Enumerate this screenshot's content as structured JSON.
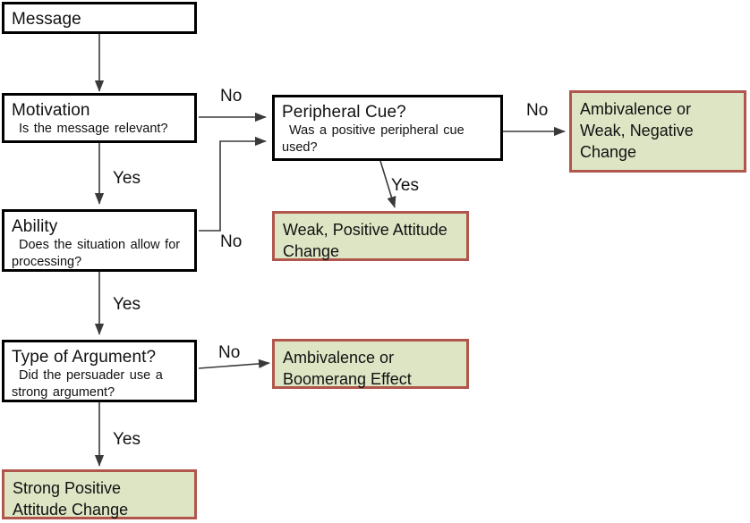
{
  "diagram": {
    "title": "Elaboration Likelihood Model persuasion flowchart",
    "colors": {
      "decision_border": "#000000",
      "decision_fill": "#ffffff",
      "outcome_border": "#b0564c",
      "outcome_fill": "#dde5c4",
      "arrow": "#3a3a3a",
      "text": "#111111",
      "background": "#ffffff"
    }
  },
  "nodes": {
    "message": {
      "title": "Message",
      "sub": ""
    },
    "motivation": {
      "title": "Motivation",
      "sub": "Is the message relevant?"
    },
    "ability": {
      "title": "Ability",
      "sub": "Does the situation  allow  for processing?"
    },
    "type_of_argument": {
      "title": "Type of Argument?",
      "sub": "Did the persuader  use a strong argument?"
    },
    "peripheral_cue": {
      "title": "Peripheral Cue?",
      "sub": "Was  a  positive  peripheral  cue used?"
    }
  },
  "outcomes": {
    "ambivalence_weak_negative": {
      "line1": "Ambivalence or",
      "line2": "Weak, Negative",
      "line3": "Change"
    },
    "weak_positive": {
      "line1": "Weak, Positive Attitude",
      "line2": "Change"
    },
    "ambivalence_boomerang": {
      "line1": "Ambivalence or",
      "line2": "Boomerang Effect"
    },
    "strong_positive": {
      "line1": "Strong Positive",
      "line2": "Attitude Change"
    }
  },
  "edge_labels": {
    "motivation_no": "No",
    "motivation_yes": "Yes",
    "ability_no": "No",
    "ability_yes": "Yes",
    "argument_no": "No",
    "argument_yes": "Yes",
    "peripheral_no": "No",
    "peripheral_yes": "Yes"
  }
}
